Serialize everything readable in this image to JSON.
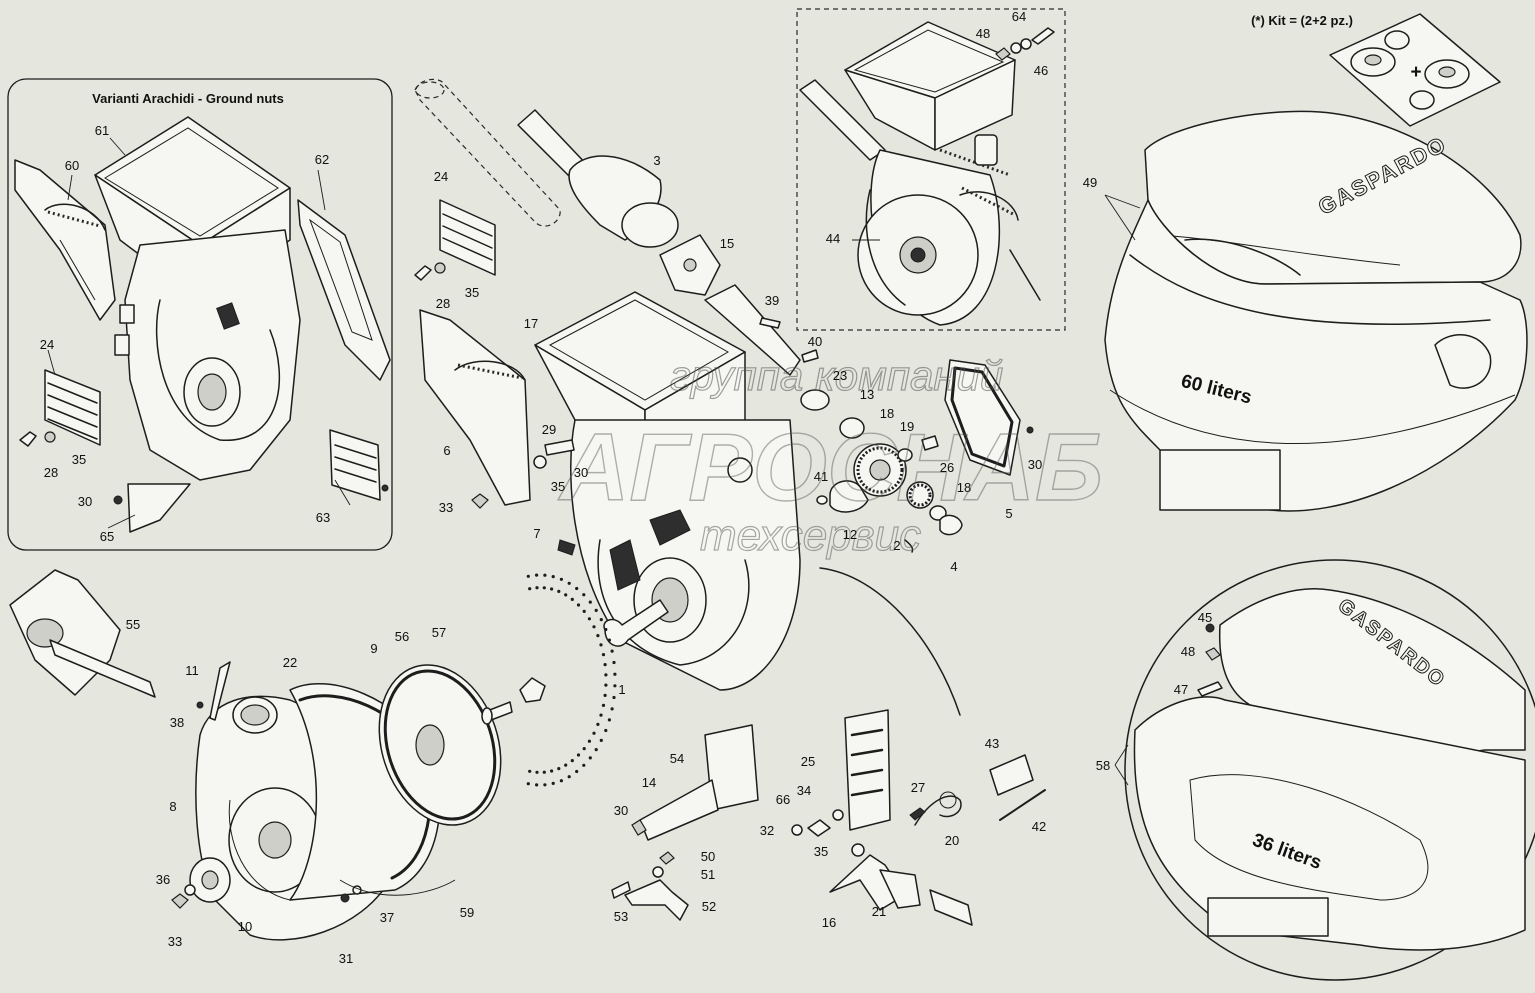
{
  "inset_title": "Varianti Arachidi - Ground nuts",
  "kit_note": "(*) Kit = (2+2 pz.)",
  "kit_plus": "+",
  "hopper_large": {
    "capacity": "60 liters",
    "brand": "GASPARDO"
  },
  "hopper_small": {
    "capacity": "36 liters",
    "brand": "GASPARDO"
  },
  "watermark": {
    "line1": "группа компаний",
    "line2": "АГРОСНАБ",
    "line3": "техсервис"
  },
  "part_labels": [
    {
      "id": "p64",
      "text": "64"
    },
    {
      "id": "p48a",
      "text": "48"
    },
    {
      "id": "p46",
      "text": "46"
    },
    {
      "id": "p44",
      "text": "44"
    },
    {
      "id": "p49",
      "text": "49"
    },
    {
      "id": "p61",
      "text": "61"
    },
    {
      "id": "p62",
      "text": "62"
    },
    {
      "id": "p60",
      "text": "60"
    },
    {
      "id": "p24a",
      "text": "24"
    },
    {
      "id": "p28a",
      "text": "28"
    },
    {
      "id": "p35a",
      "text": "35"
    },
    {
      "id": "p30a",
      "text": "30"
    },
    {
      "id": "p65",
      "text": "65"
    },
    {
      "id": "p63",
      "text": "63"
    },
    {
      "id": "p3",
      "text": "3"
    },
    {
      "id": "p24b",
      "text": "24"
    },
    {
      "id": "p28b",
      "text": "28"
    },
    {
      "id": "p35b",
      "text": "35"
    },
    {
      "id": "p15",
      "text": "15"
    },
    {
      "id": "p39",
      "text": "39"
    },
    {
      "id": "p17",
      "text": "17"
    },
    {
      "id": "p40",
      "text": "40"
    },
    {
      "id": "p23",
      "text": "23"
    },
    {
      "id": "p13",
      "text": "13"
    },
    {
      "id": "p18a",
      "text": "18"
    },
    {
      "id": "p19",
      "text": "19"
    },
    {
      "id": "p26",
      "text": "26"
    },
    {
      "id": "p30b",
      "text": "30"
    },
    {
      "id": "p6",
      "text": "6"
    },
    {
      "id": "p29",
      "text": "29"
    },
    {
      "id": "p30c",
      "text": "30"
    },
    {
      "id": "p35c",
      "text": "35"
    },
    {
      "id": "p33a",
      "text": "33"
    },
    {
      "id": "p41",
      "text": "41"
    },
    {
      "id": "p12",
      "text": "12"
    },
    {
      "id": "p18b",
      "text": "18"
    },
    {
      "id": "p5",
      "text": "5"
    },
    {
      "id": "p2",
      "text": "2"
    },
    {
      "id": "p4",
      "text": "4"
    },
    {
      "id": "p7",
      "text": "7"
    },
    {
      "id": "p55",
      "text": "55"
    },
    {
      "id": "p1",
      "text": "1"
    },
    {
      "id": "p11",
      "text": "11"
    },
    {
      "id": "p22",
      "text": "22"
    },
    {
      "id": "p9",
      "text": "9"
    },
    {
      "id": "p56",
      "text": "56"
    },
    {
      "id": "p57",
      "text": "57"
    },
    {
      "id": "p38",
      "text": "38"
    },
    {
      "id": "p8",
      "text": "8"
    },
    {
      "id": "p36",
      "text": "36"
    },
    {
      "id": "p33b",
      "text": "33"
    },
    {
      "id": "p10",
      "text": "10"
    },
    {
      "id": "p31",
      "text": "31"
    },
    {
      "id": "p37",
      "text": "37"
    },
    {
      "id": "p59",
      "text": "59"
    },
    {
      "id": "p54",
      "text": "54"
    },
    {
      "id": "p14",
      "text": "14"
    },
    {
      "id": "p30d",
      "text": "30"
    },
    {
      "id": "p50",
      "text": "50"
    },
    {
      "id": "p51",
      "text": "51"
    },
    {
      "id": "p53",
      "text": "53"
    },
    {
      "id": "p52",
      "text": "52"
    },
    {
      "id": "p25",
      "text": "25"
    },
    {
      "id": "p34",
      "text": "34"
    },
    {
      "id": "p66",
      "text": "66"
    },
    {
      "id": "p32",
      "text": "32"
    },
    {
      "id": "p35d",
      "text": "35"
    },
    {
      "id": "p27",
      "text": "27"
    },
    {
      "id": "p20",
      "text": "20"
    },
    {
      "id": "p43",
      "text": "43"
    },
    {
      "id": "p42",
      "text": "42"
    },
    {
      "id": "p16",
      "text": "16"
    },
    {
      "id": "p21",
      "text": "21"
    },
    {
      "id": "p45",
      "text": "45"
    },
    {
      "id": "p48b",
      "text": "48"
    },
    {
      "id": "p47",
      "text": "47"
    },
    {
      "id": "p58",
      "text": "58"
    }
  ]
}
